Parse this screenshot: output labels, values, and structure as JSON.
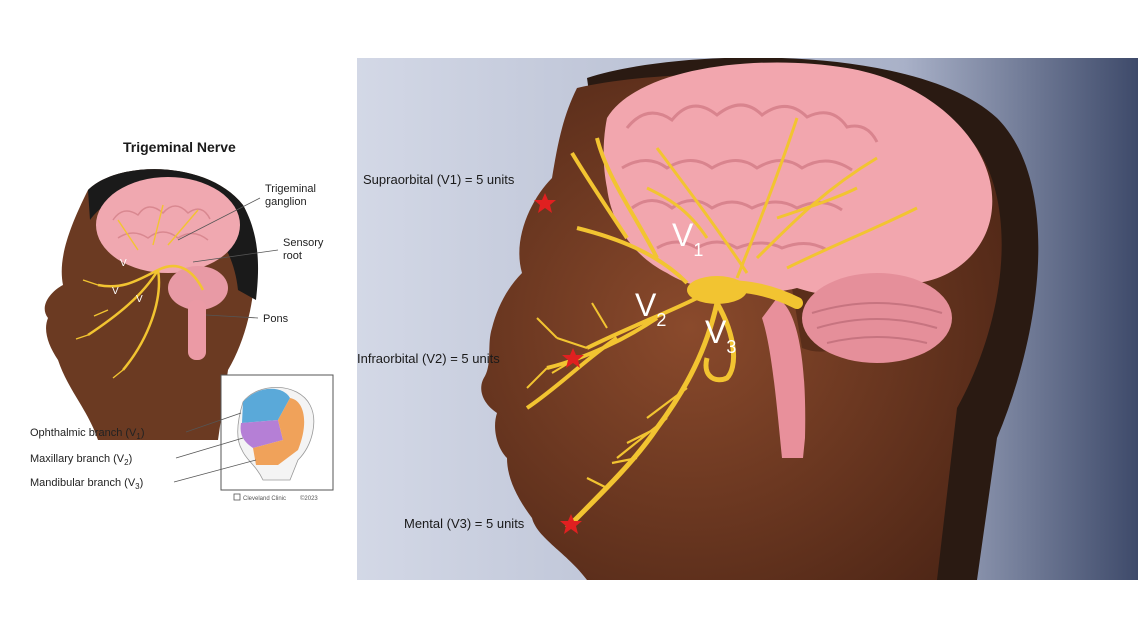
{
  "left_panel": {
    "title": "Trigeminal Nerve",
    "labels": {
      "ganglion": [
        "Trigeminal",
        "ganglion"
      ],
      "sensory_root": [
        "Sensory",
        "root"
      ],
      "pons": "Pons",
      "v1": "V",
      "v2": "V",
      "v3": "V"
    },
    "branches": {
      "ophthalmic": "Ophthalmic branch (V",
      "maxillary": "Maxillary branch (V",
      "mandibular": "Mandibular branch (V",
      "sub_1": "1",
      "sub_2": "2",
      "sub_3": "3",
      "close": ")"
    },
    "credit": "Cleveland Clinic",
    "copyright": "©2023",
    "colors": {
      "ophthalmic": "#5aa9d9",
      "maxillary": "#b57fd6",
      "mandibular": "#f0a25a"
    }
  },
  "right_panel": {
    "annotations": [
      {
        "text": "Supraorbital (V1) = 5 units"
      },
      {
        "text": "Infraorbital (V2) = 5 units"
      },
      {
        "text": "Mental (V3) = 5 units"
      }
    ],
    "divisions": [
      {
        "letter": "V",
        "sub": "1"
      },
      {
        "letter": "V",
        "sub": "2"
      },
      {
        "letter": "V",
        "sub": "3"
      }
    ],
    "marker_color": "#e02020",
    "nerve_color": "#f2c431",
    "brain_color": "#f2a6ae"
  }
}
